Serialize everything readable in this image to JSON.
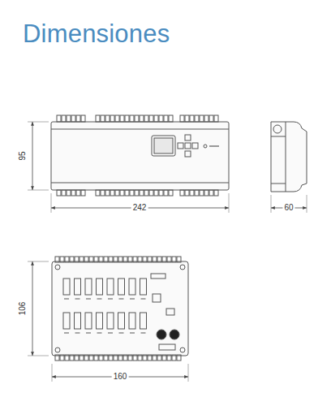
{
  "diagram": {
    "title": "Dimensiones",
    "labels": [
      "95",
      "242",
      "60",
      "106",
      "160"
    ]
  }
}
